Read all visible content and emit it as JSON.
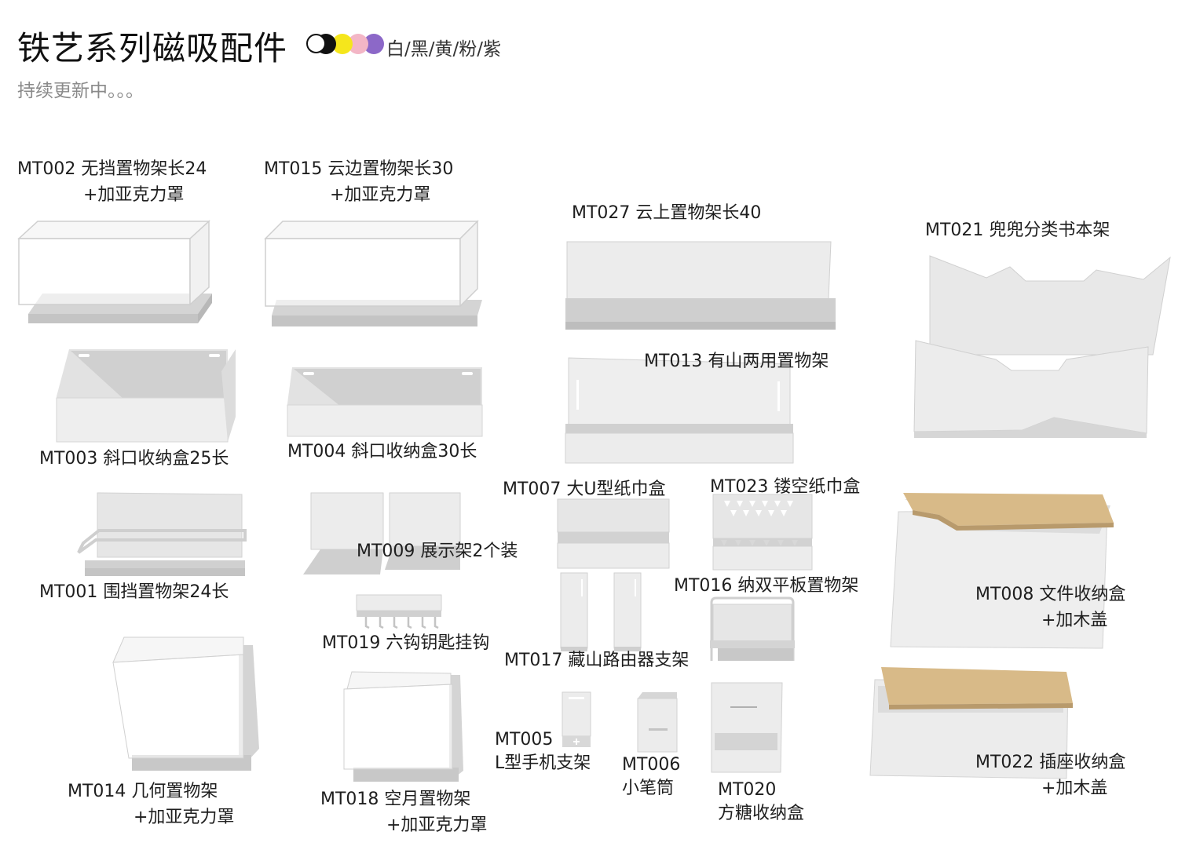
{
  "header": {
    "title": "铁艺系列磁吸配件",
    "colors_text": "白/黑/黄/粉/紫",
    "subtitle": "持续更新中。。。",
    "swatch_colors": [
      "#ffffff",
      "#111111",
      "#f5e61c",
      "#f3b6c6",
      "#8c68c8"
    ]
  },
  "products": {
    "mt002": {
      "line1": "MT002 无挡置物架长24",
      "line2": "+加亚克力罩"
    },
    "mt015": {
      "line1": "MT015 云边置物架长30",
      "line2": "+加亚克力罩"
    },
    "mt027": {
      "line1": "MT027 云上置物架长40"
    },
    "mt021": {
      "line1": "MT021 兜兜分类书本架"
    },
    "mt003": {
      "line1": "MT003  斜口收纳盒25长"
    },
    "mt004": {
      "line1": "MT004  斜口收纳盒30长"
    },
    "mt013": {
      "line1": "MT013  有山两用置物架"
    },
    "mt007": {
      "line1": "MT007 大U型纸巾盒"
    },
    "mt023": {
      "line1": "MT023 镂空纸巾盒"
    },
    "mt001": {
      "line1": "MT001  围挡置物架24长"
    },
    "mt009": {
      "line1": "MT009  展示架2个装"
    },
    "mt016": {
      "line1": "MT016 纳双平板置物架"
    },
    "mt008": {
      "line1": "MT008 文件收纳盒",
      "line2": "+加木盖"
    },
    "mt019": {
      "line1": "MT019  六钩钥匙挂钩"
    },
    "mt017": {
      "line1": "MT017 藏山路由器支架"
    },
    "mt014": {
      "line1": "MT014 几何置物架",
      "line2": "+加亚克力罩"
    },
    "mt018": {
      "line1": "MT018 空月置物架",
      "line2": "+加亚克力罩"
    },
    "mt005": {
      "line1": "MT005",
      "line2": "L型手机支架"
    },
    "mt006": {
      "line1": "MT006",
      "line2": "小笔筒"
    },
    "mt020": {
      "line1": "MT020",
      "line2": "方糖收纳盒"
    },
    "mt022": {
      "line1": "MT022 插座收纳盒",
      "line2": "+加木盖"
    }
  }
}
